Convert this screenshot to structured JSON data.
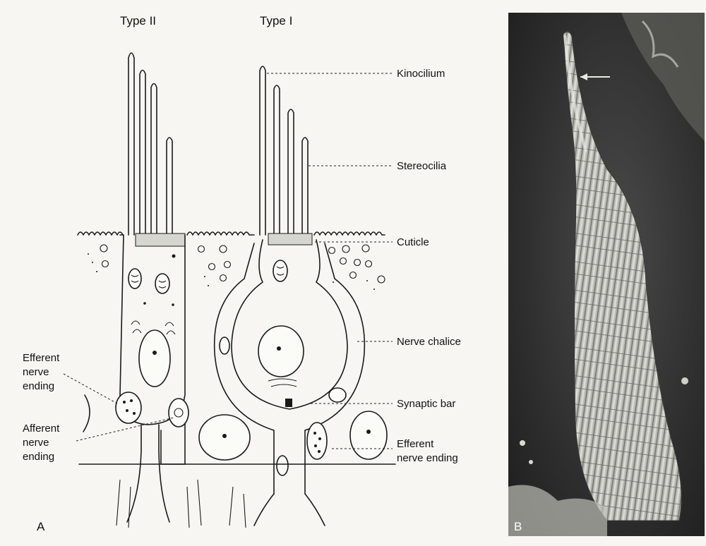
{
  "panels": {
    "a_letter": "A",
    "b_letter": "B"
  },
  "headings": {
    "type_ii": "Type II",
    "type_i": "Type I"
  },
  "labels": {
    "kinocilium": "Kinocilium",
    "stereocilia": "Stereocilia",
    "cuticle": "Cuticle",
    "nerve_chalice": "Nerve chalice",
    "synaptic_bar": "Synaptic bar",
    "efferent_right_line1": "Efferent",
    "efferent_right_line2": "nerve ending",
    "efferent_left_line1": "Efferent",
    "efferent_left_line2": "nerve",
    "efferent_left_line3": "ending",
    "afferent_left_line1": "Afferent",
    "afferent_left_line2": "nerve",
    "afferent_left_line3": "ending"
  },
  "colors": {
    "ink": "#1a1a1a",
    "paper": "#f7f6f3",
    "micrograph_dark": "#2a2a2a",
    "micrograph_light": "#d9d9d4"
  }
}
